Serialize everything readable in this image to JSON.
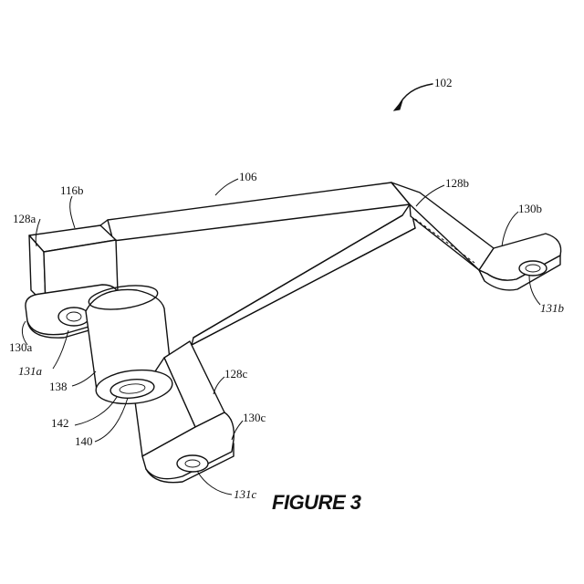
{
  "figure": {
    "caption": "FIGURE 3",
    "labels": {
      "assembly": "102",
      "member": "106",
      "member_end": "116b",
      "bracket_a": "128a",
      "bracket_b": "128b",
      "bracket_c": "128c",
      "foot_a": "130a",
      "foot_b": "130b",
      "foot_c": "130c",
      "hole_a": "131a",
      "hole_b": "131b",
      "hole_c": "131c",
      "bushing": "138",
      "bore": "140",
      "bore_ring": "142"
    }
  }
}
